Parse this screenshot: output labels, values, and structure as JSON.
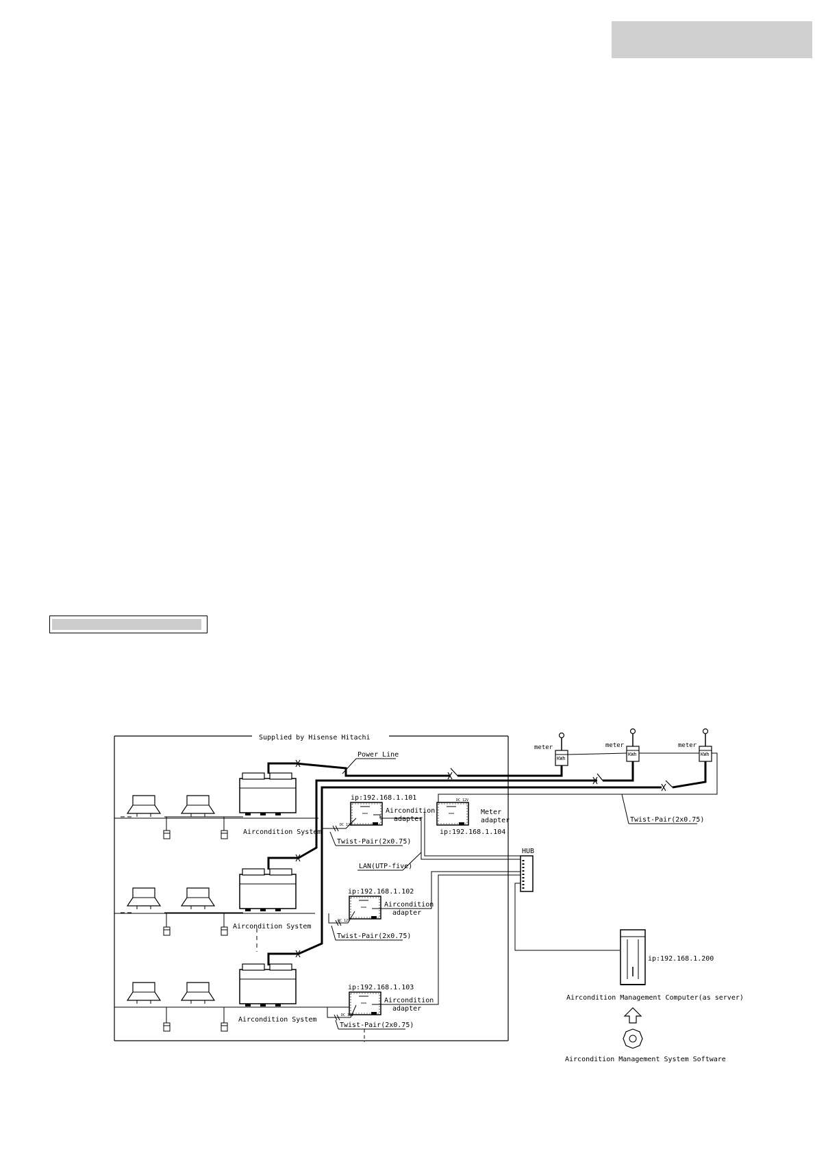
{
  "diagram": {
    "frame_label": "Supplied by Hisense Hitachi",
    "power_line": "Power Line",
    "lan": "LAN(UTP-five)",
    "hub": "HUB",
    "meter": "meter",
    "kwh": "KWh",
    "twist_pair": "Twist-Pair(2x0.75)",
    "dc12v": "DC 12V",
    "systems": [
      {
        "label": "Aircondition System",
        "ip": "ip:192.168.1.101",
        "adapter_l1": "Aircondition",
        "adapter_l2": "adapter"
      },
      {
        "label": "Aircondition System",
        "ip": "ip:192.168.1.102",
        "adapter_l1": "Aircondition",
        "adapter_l2": "adapter"
      },
      {
        "label": "Aircondition System",
        "ip": "ip:192.168.1.103",
        "adapter_l1": "Aircondition",
        "adapter_l2": "adapter"
      }
    ],
    "meter_adapter": {
      "l1": "Meter",
      "l2": "adapter",
      "ip": "ip:192.168.1.104"
    },
    "server": {
      "ip": "ip:192.168.1.200",
      "label": "Aircondition Management Computer(as server)"
    },
    "software": "Aircondition Management System Software"
  }
}
